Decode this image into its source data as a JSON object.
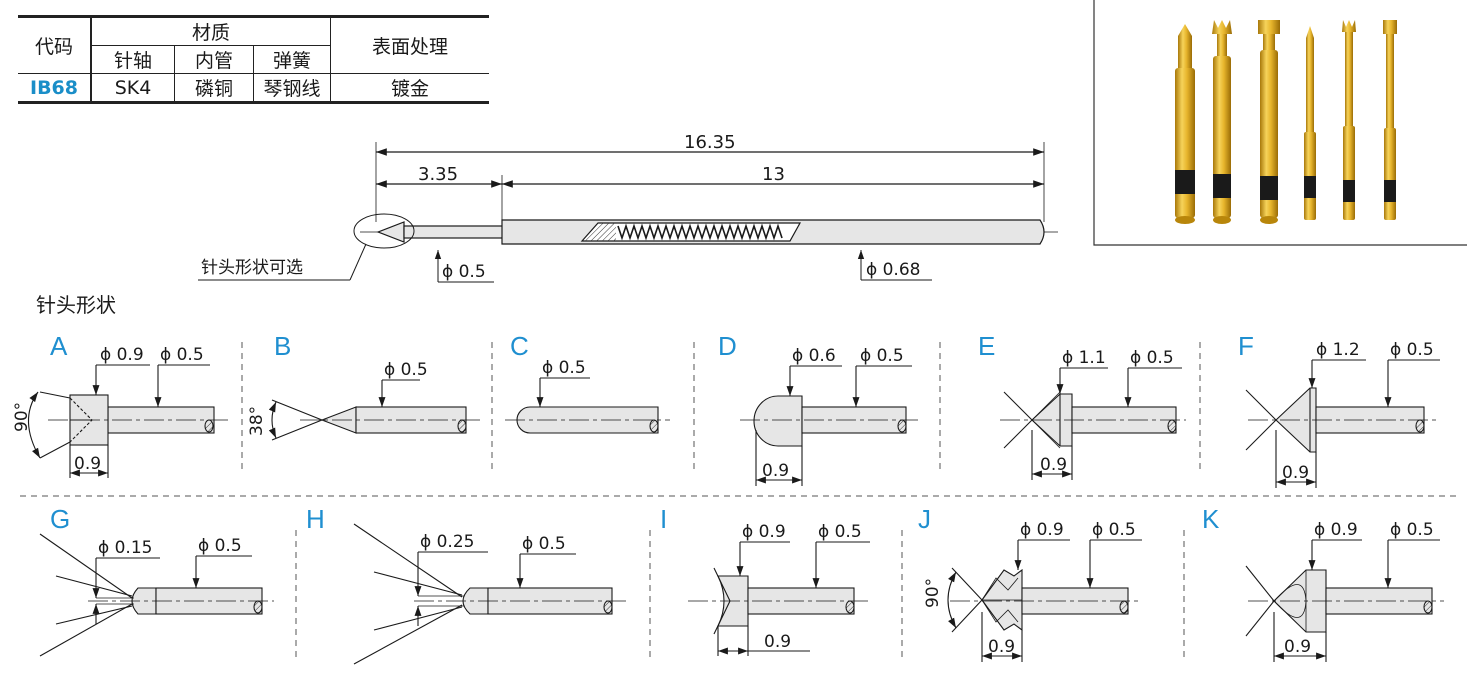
{
  "table": {
    "code_header": "代码",
    "material_header": "材质",
    "surface_header": "表面处理",
    "sub_headers": [
      "针轴",
      "内管",
      "弹簧"
    ],
    "row": {
      "code": "IB68",
      "shaft": "SK4",
      "tube": "磷铜",
      "spring": "琴钢线",
      "surface": "镀金"
    }
  },
  "main_drawing": {
    "total_length": "16.35",
    "tip_length": "3.35",
    "body_length": "13",
    "tip_diameter": "ϕ 0.5",
    "body_diameter": "ϕ 0.68",
    "tip_note": "针头形状可选"
  },
  "section_title": "针头形状",
  "tips": [
    {
      "letter": "A",
      "dims": [
        "ϕ 0.9",
        "ϕ 0.5"
      ],
      "length": "0.9",
      "angle": "90°"
    },
    {
      "letter": "B",
      "dims": [
        "ϕ 0.5"
      ],
      "angle": "38°"
    },
    {
      "letter": "C",
      "dims": [
        "ϕ 0.5"
      ]
    },
    {
      "letter": "D",
      "dims": [
        "ϕ 0.6",
        "ϕ 0.5"
      ],
      "length": "0.9"
    },
    {
      "letter": "E",
      "dims": [
        "ϕ 1.1",
        "ϕ 0.5"
      ],
      "length": "0.9"
    },
    {
      "letter": "F",
      "dims": [
        "ϕ 1.2",
        "ϕ 0.5"
      ],
      "length": "0.9"
    },
    {
      "letter": "G",
      "dims": [
        "ϕ 0.15",
        "ϕ 0.5"
      ]
    },
    {
      "letter": "H",
      "dims": [
        "ϕ 0.25",
        "ϕ 0.5"
      ]
    },
    {
      "letter": "I",
      "dims": [
        "ϕ 0.9",
        "ϕ 0.5"
      ],
      "length": "0.9"
    },
    {
      "letter": "J",
      "dims": [
        "ϕ 0.9",
        "ϕ 0.5"
      ],
      "length": "0.9",
      "angle": "90°"
    },
    {
      "letter": "K",
      "dims": [
        "ϕ 0.9",
        "ϕ 0.5"
      ],
      "length": "0.9"
    }
  ],
  "colors": {
    "accent": "#1f8fd0",
    "pin_fill": "#e6e6e6",
    "gold": "#d4a017",
    "band": "#1a1a1a"
  }
}
